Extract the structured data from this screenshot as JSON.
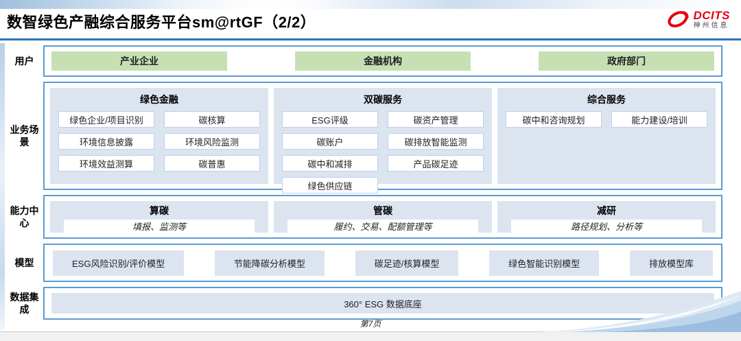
{
  "header": {
    "title": "数智绿色产融综合服务平台sm@rtGF（2/2）",
    "logo": {
      "brand": "DCITS",
      "subbrand": "神州信息",
      "brand_color": "#e60012"
    }
  },
  "rows": {
    "users": {
      "label": "用户",
      "items": [
        "产业企业",
        "金融机构",
        "政府部门"
      ]
    },
    "scenarios": {
      "label": "业务场景",
      "columns": [
        {
          "title": "绿色金融",
          "items": [
            "绿色企业/项目识别",
            "碳核算",
            "环境信息披露",
            "环境风险监测",
            "环境效益测算",
            "碳普惠"
          ]
        },
        {
          "title": "双碳服务",
          "items": [
            "ESG评级",
            "碳资产管理",
            "碳账户",
            "碳排放智能监测",
            "碳中和减排",
            "产品碳足迹",
            "绿色供应链"
          ]
        },
        {
          "title": "综合服务",
          "items": [
            "碳中和咨询规划",
            "能力建设/培训"
          ]
        }
      ]
    },
    "capability": {
      "label": "能力中心",
      "items": [
        {
          "title": "算碳",
          "desc": "填报、监测等"
        },
        {
          "title": "管碳",
          "desc": "履约、交易、配额管理等"
        },
        {
          "title": "减研",
          "desc": "路径规划、分析等"
        }
      ]
    },
    "models": {
      "label": "模型",
      "items": [
        "ESG风险识别/评价模型",
        "节能降碳分析模型",
        "碳足迹/核算模型",
        "绿色智能识别模型",
        "排放模型库"
      ]
    },
    "dataint": {
      "label": "数据集成",
      "items": [
        "360° ESG 数据底座"
      ]
    }
  },
  "footer": {
    "page": "第7页"
  },
  "colors": {
    "accent_blue": "#5b9bd5",
    "title_line_blue": "#2e75b6",
    "panel_blue": "#dce4f0",
    "green": "#c6e0b4",
    "logo_red": "#e60012"
  }
}
